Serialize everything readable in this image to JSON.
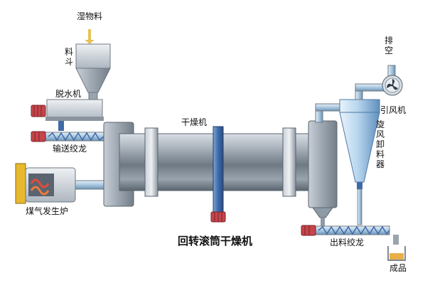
{
  "diagram": {
    "title": "回转滚筒干燥机",
    "labels": {
      "wet_material": "湿物料",
      "hopper": "料斗",
      "dewatering_machine": "脱水机",
      "feed_screw_conveyor": "输送绞龙",
      "gas_generator": "煤气发生炉",
      "dryer": "干燥机",
      "exhaust": "排空",
      "induced_fan": "引风机",
      "cyclone_unloader": "旋风卸料器",
      "discharge_screw_conveyor": "出料绞龙",
      "finished_product": "成品"
    },
    "colors": {
      "pipe": "#9fc3e0",
      "drum": "#8e9aa6",
      "motor": "#c4454b",
      "accent": "#3f6aa8"
    }
  }
}
